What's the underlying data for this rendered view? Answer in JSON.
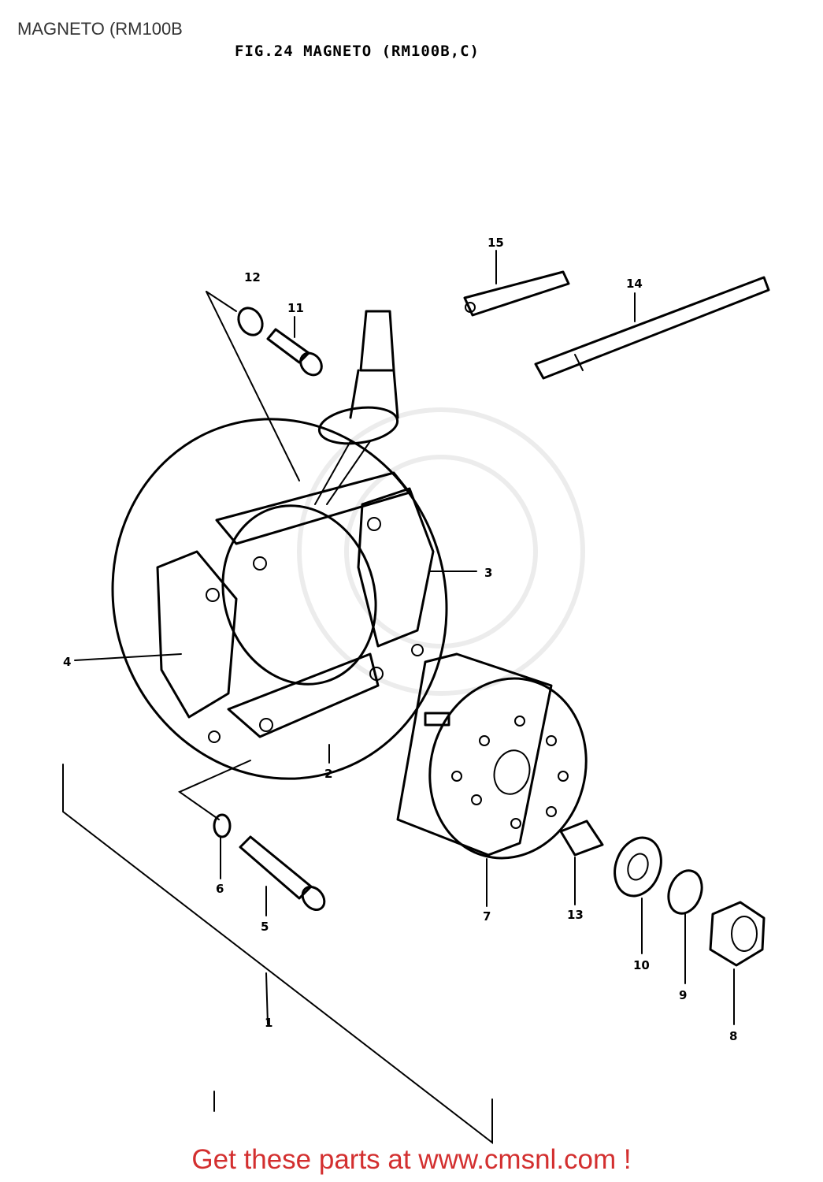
{
  "header": {
    "page_title": "MAGNETO (RM100B"
  },
  "diagram": {
    "figure_title": "FIG.24  MAGNETO (RM100B,C)",
    "callouts": [
      {
        "id": "1",
        "label": "1"
      },
      {
        "id": "2",
        "label": "2"
      },
      {
        "id": "3",
        "label": "3"
      },
      {
        "id": "4",
        "label": "4"
      },
      {
        "id": "5",
        "label": "5"
      },
      {
        "id": "6",
        "label": "6"
      },
      {
        "id": "7",
        "label": "7"
      },
      {
        "id": "8",
        "label": "8"
      },
      {
        "id": "9",
        "label": "9"
      },
      {
        "id": "10",
        "label": "10"
      },
      {
        "id": "11",
        "label": "11"
      },
      {
        "id": "12",
        "label": "12"
      },
      {
        "id": "13",
        "label": "13"
      },
      {
        "id": "14",
        "label": "14"
      },
      {
        "id": "15",
        "label": "15"
      }
    ]
  },
  "footer": {
    "banner": "Get these parts at www.cmsnl.com !"
  }
}
